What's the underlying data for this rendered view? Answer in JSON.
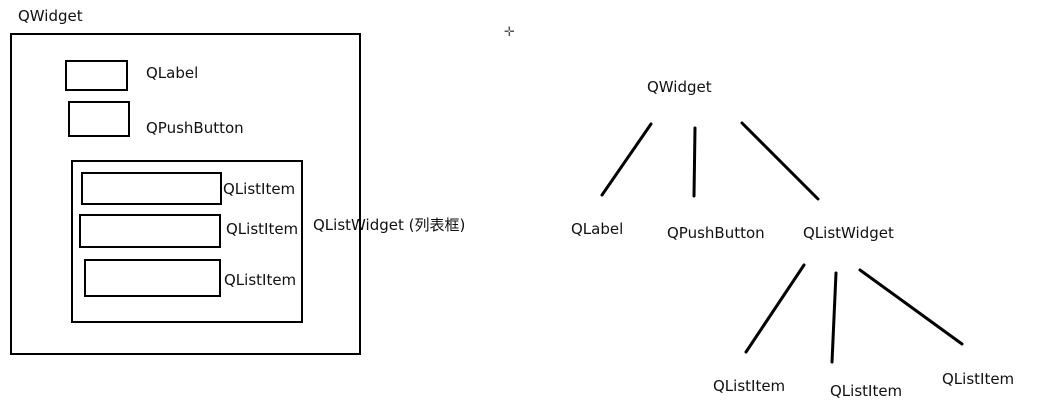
{
  "left_diagram": {
    "outer_title": "QWidget",
    "label_widget": "QLabel",
    "button_widget": "QPushButton",
    "list_widget": "QListWidget (列表框)",
    "list_items": [
      "QListItem",
      "QListItem",
      "QListItem"
    ]
  },
  "right_tree": {
    "root": "QWidget",
    "children": [
      "QLabel",
      "QPushButton",
      "QListWidget"
    ],
    "grandchildren": [
      "QListItem",
      "QListItem",
      "QListItem"
    ]
  },
  "colors": {
    "stroke": "#000000",
    "text": "#111111",
    "background": "#ffffff"
  }
}
